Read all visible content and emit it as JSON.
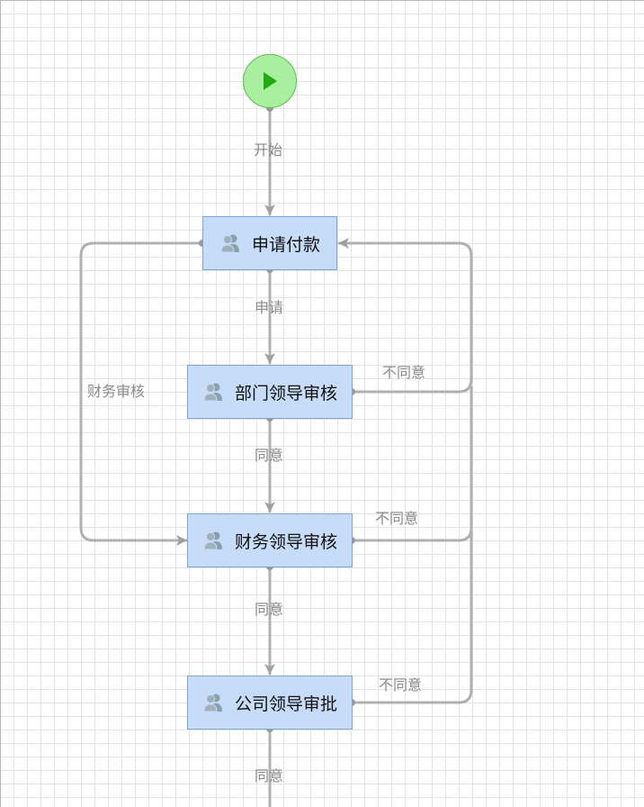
{
  "diagram": {
    "title": "Payment approval workflow",
    "start_node": {
      "icon": "play-icon"
    },
    "nodes": [
      {
        "id": "apply",
        "label": "申请付款",
        "icon": "users-icon"
      },
      {
        "id": "dept",
        "label": "部门领导审核",
        "icon": "users-icon"
      },
      {
        "id": "finance",
        "label": "财务领导审核",
        "icon": "users-icon"
      },
      {
        "id": "company",
        "label": "公司领导审批",
        "icon": "users-icon"
      }
    ],
    "edges": [
      {
        "from": "start",
        "to": "apply",
        "label": "开始"
      },
      {
        "from": "apply",
        "to": "dept",
        "label": "申请"
      },
      {
        "from": "apply",
        "to": "finance",
        "label": "财务审核"
      },
      {
        "from": "dept",
        "to": "finance",
        "label": "同意"
      },
      {
        "from": "dept",
        "to": "apply",
        "label": "不同意"
      },
      {
        "from": "finance",
        "to": "company",
        "label": "同意"
      },
      {
        "from": "finance",
        "to": "apply",
        "label": "不同意"
      },
      {
        "from": "company",
        "to": "apply",
        "label": "不同意"
      },
      {
        "from": "company",
        "to": "next",
        "label": "同意"
      }
    ],
    "colors": {
      "node_fill": "#c6dcf8",
      "node_border": "#7ea6db",
      "start_fill": "#a8f0a0",
      "start_border": "#5ebd52",
      "play_icon": "#22aa11",
      "edge": "#b0b0b0",
      "label": "#8a8a8a"
    }
  }
}
